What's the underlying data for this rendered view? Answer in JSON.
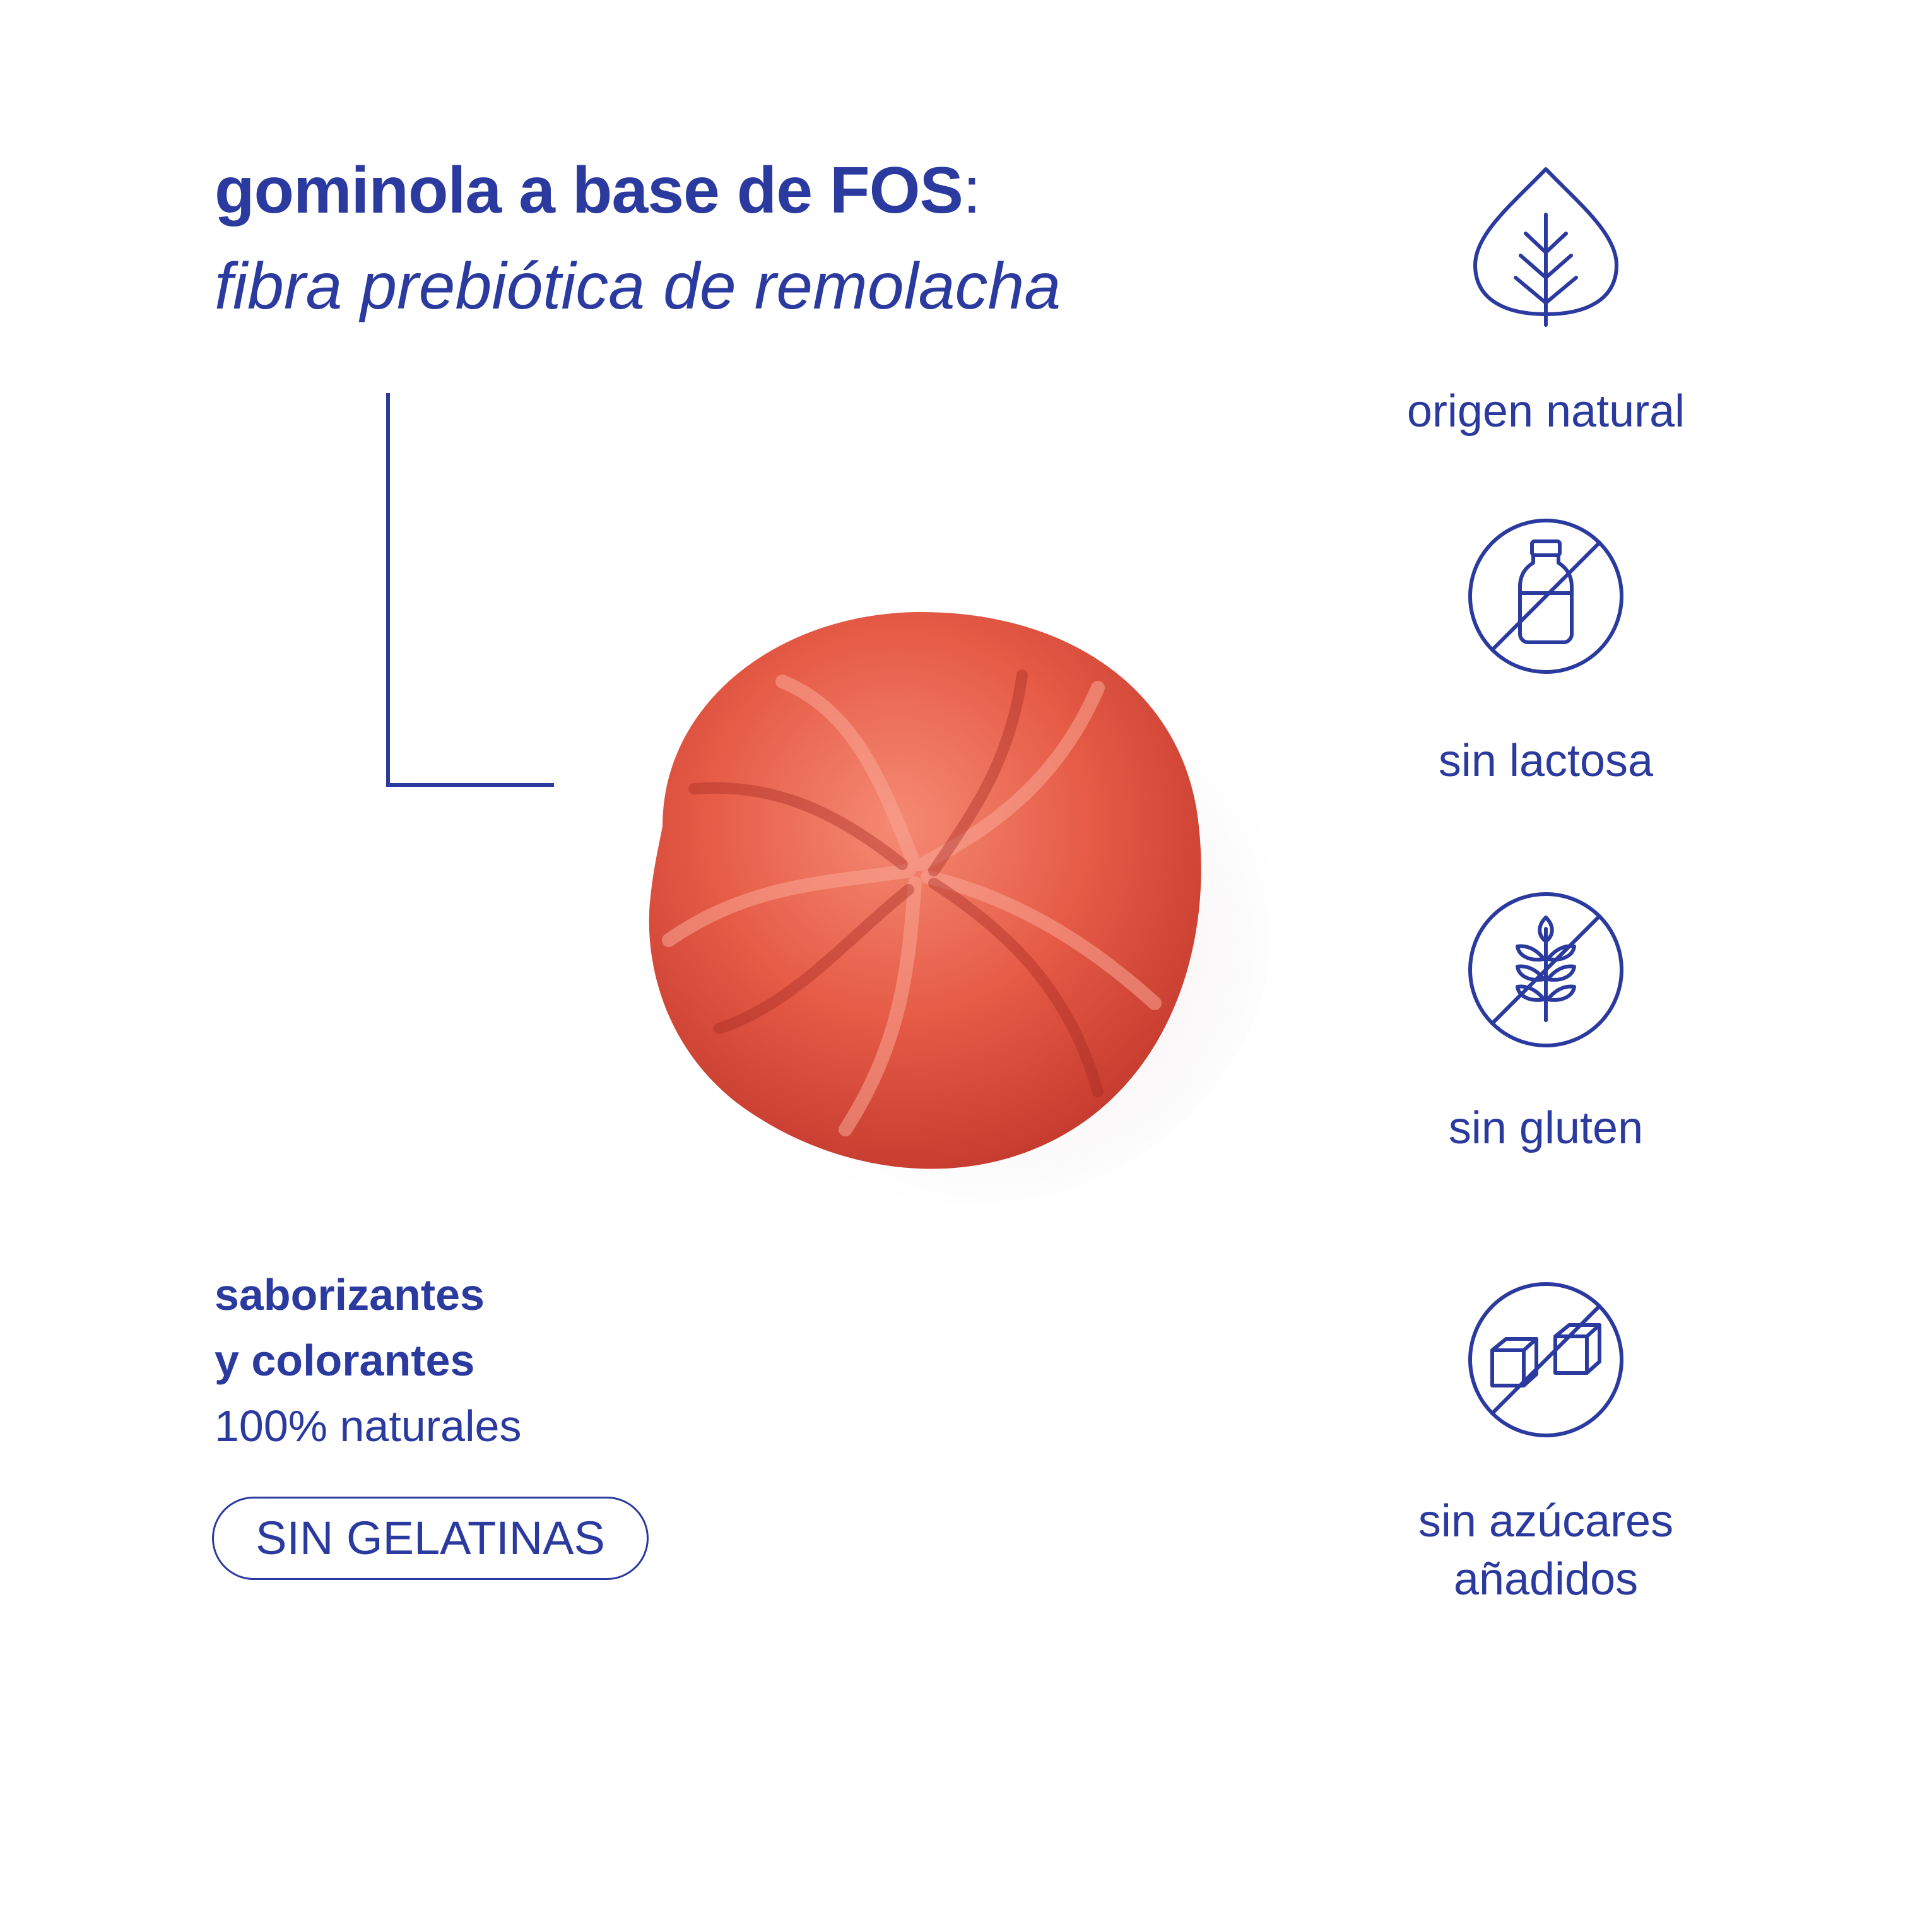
{
  "headline": {
    "bold": "gominola a base de FOS",
    "colon": ":",
    "italic": "fibra prebiótica de remolacha"
  },
  "features": {
    "line1": "saborizantes",
    "line2": "y colorantes",
    "line3": "100% naturales"
  },
  "pill": "SIN GELATINAS",
  "badges": [
    {
      "label": "origen natural",
      "icon": "leaf-icon"
    },
    {
      "label": "sin lactosa",
      "icon": "no-milk-icon"
    },
    {
      "label": "sin gluten",
      "icon": "no-wheat-icon"
    },
    {
      "label_line1": "sin azúcares",
      "label_line2": "añadidos",
      "icon": "no-sugar-icon"
    }
  ],
  "colors": {
    "brand_blue": "#2a3a9e",
    "gummy": "#e85a45"
  }
}
